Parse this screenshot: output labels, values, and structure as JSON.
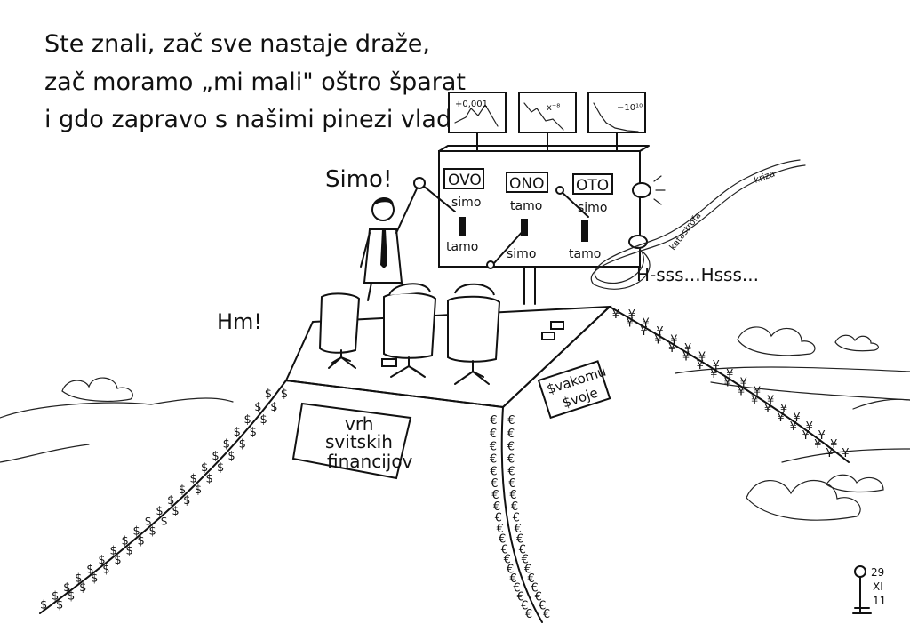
{
  "caption": {
    "line1": "Ste znali, zač sve nastaje draže,",
    "line2": "zač moramo „mi mali\" oštro šparat",
    "line3": "i gdo zapravo s našimi pinezi vlada?.."
  },
  "speech": {
    "simo": "Simo!",
    "hm": "Hm!",
    "hiss": "H-sss...Hsss..."
  },
  "monitors": [
    {
      "label": "+0,001"
    },
    {
      "label": "x⁻⁸"
    },
    {
      "label": "−10¹⁰"
    }
  ],
  "control_panel": {
    "switches": [
      {
        "name": "OVO",
        "top": "simo",
        "bottom": "tamo"
      },
      {
        "name": "ONO",
        "top": "tamo",
        "bottom": "simo"
      },
      {
        "name": "OTO",
        "top": "simo",
        "bottom": "tamo"
      }
    ]
  },
  "cable_ribbon": {
    "word1": "katastrofa",
    "word2": "kriza"
  },
  "signs": {
    "summit_line1": "vrh",
    "summit_line2": "svitskih",
    "summit_line3": "financijov",
    "side_line1": "$vakomu",
    "side_line2": "$voje"
  },
  "rope_symbols": {
    "left": "$",
    "middle": "€",
    "right": "¥"
  },
  "signature": {
    "day": "29",
    "month": "XI",
    "year": "11"
  },
  "colors": {
    "ink": "#111111",
    "paper": "#ffffff"
  }
}
